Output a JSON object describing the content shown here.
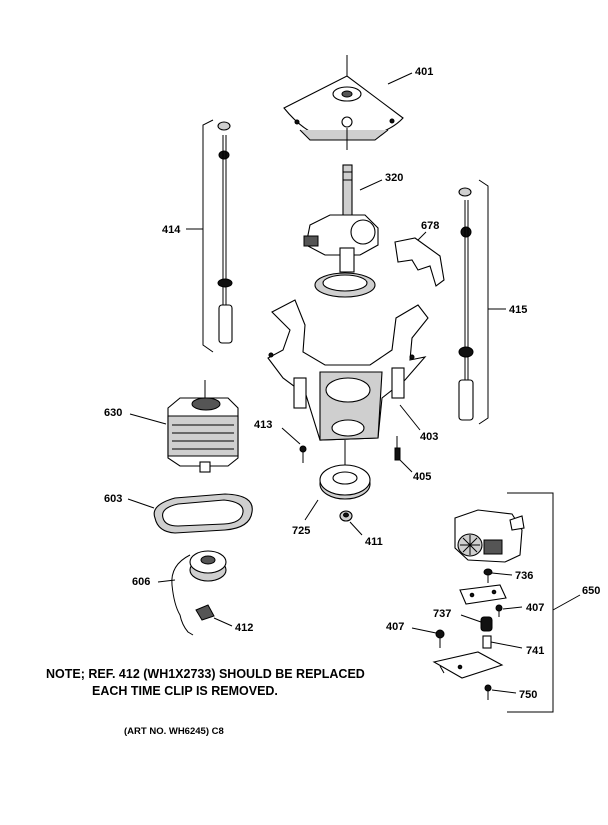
{
  "labels": {
    "p401": "401",
    "p320": "320",
    "p414": "414",
    "p678": "678",
    "p415": "415",
    "p630": "630",
    "p413": "413",
    "p403": "403",
    "p405": "405",
    "p603": "603",
    "p725": "725",
    "p411": "411",
    "p606": "606",
    "p412": "412",
    "p650": "650",
    "p736": "736",
    "p737": "737",
    "p407a": "407",
    "p407b": "407",
    "p741": "741",
    "p750": "750"
  },
  "note": {
    "line1": "NOTE; REF. 412 (WH1X2733) SHOULD BE REPLACED",
    "line2": "EACH TIME CLIP IS REMOVED."
  },
  "art_number": "(ART NO. WH6245) C8"
}
